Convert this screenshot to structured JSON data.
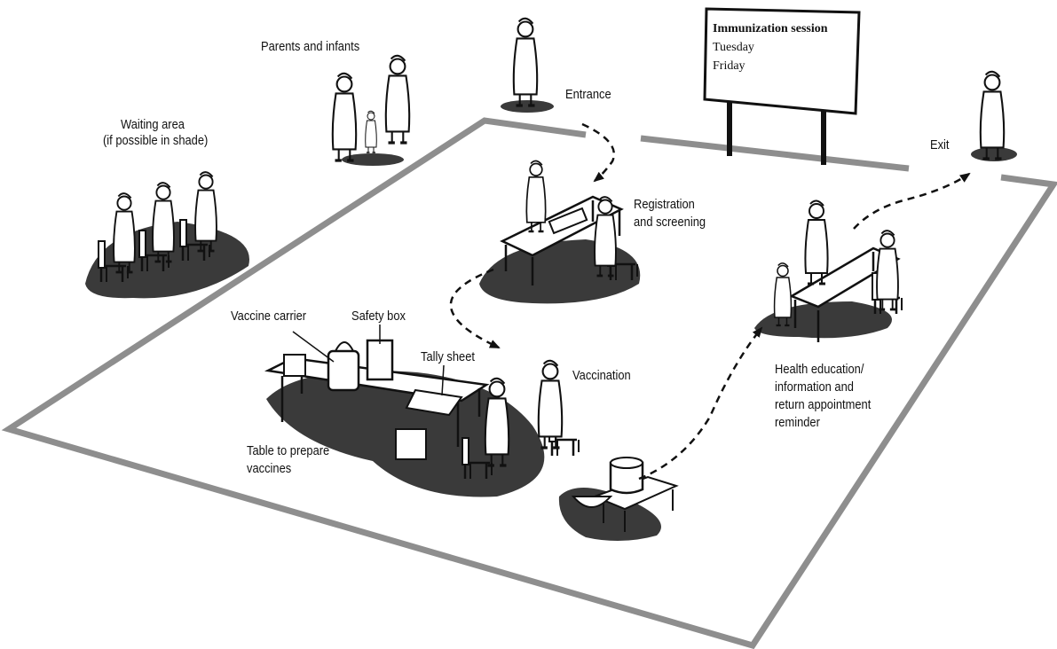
{
  "labels": {
    "waiting_area_line1": "Waiting area",
    "waiting_area_line2": "(if possible in shade)",
    "parents_infants": "Parents and infants",
    "entrance": "Entrance",
    "exit": "Exit",
    "registration_line1": "Registration",
    "registration_line2": "and screening",
    "vaccine_carrier": "Vaccine carrier",
    "safety_box": "Safety box",
    "tally_sheet": "Tally sheet",
    "vaccination": "Vaccination",
    "table_prepare_line1": "Table to prepare",
    "table_prepare_line2": "vaccines",
    "health_ed_line1": "Health education/",
    "health_ed_line2": "information and",
    "health_ed_line3": "return appointment",
    "health_ed_line4": "reminder"
  },
  "board": {
    "title": "Immunization session",
    "days": [
      "Tuesday",
      "Friday"
    ]
  },
  "colors": {
    "boundary": "#8e8e8e",
    "shadow": "#3a3a3a",
    "ink": "#111111"
  },
  "icons": [
    "person-icon",
    "chair-icon",
    "table-icon",
    "vaccine-carrier-icon",
    "safety-box-icon",
    "bucket-icon",
    "bowl-icon",
    "arrow-icon"
  ]
}
